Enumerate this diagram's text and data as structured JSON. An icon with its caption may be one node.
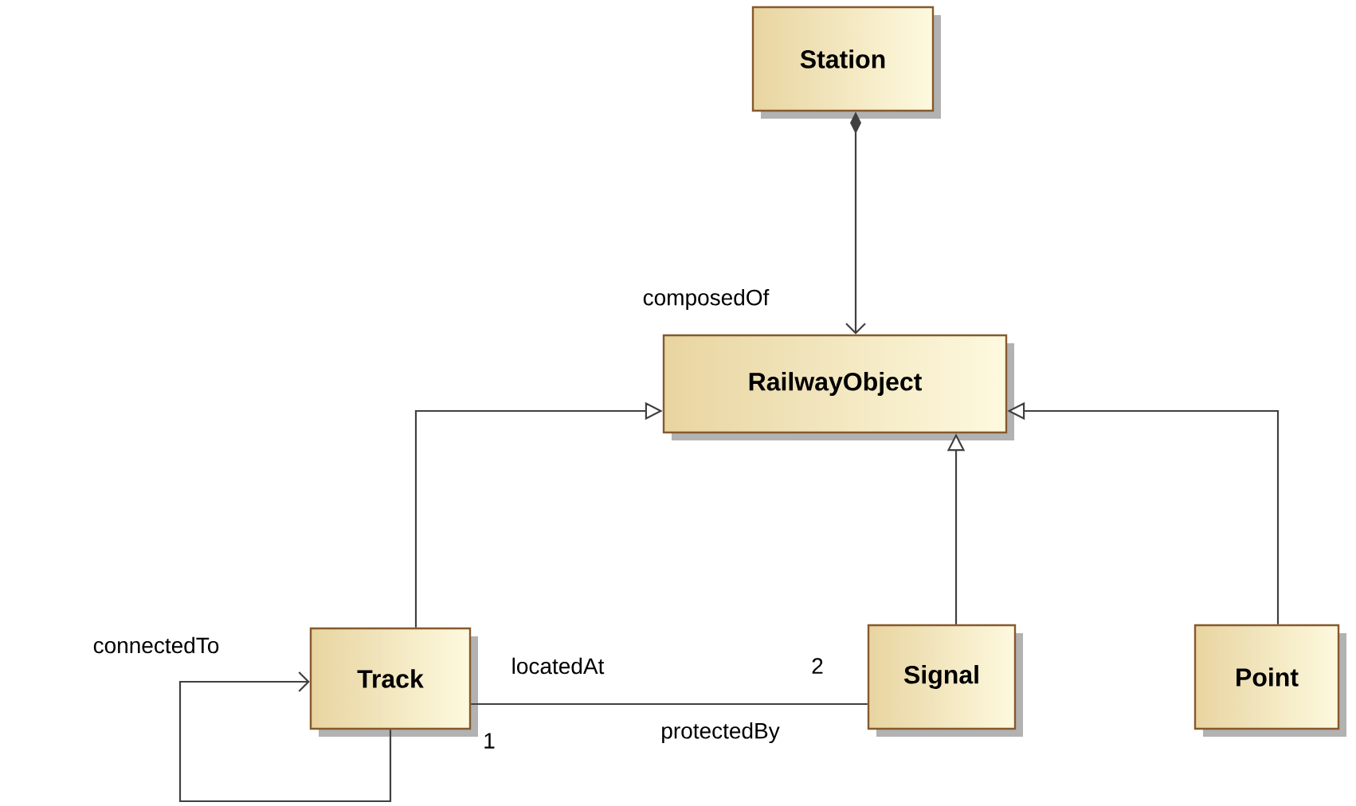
{
  "diagram": {
    "nodes": [
      {
        "text": [
          "Station"
        ]
      },
      {
        "text": [
          "RailwayObject"
        ]
      },
      {
        "text": [
          "Track"
        ]
      },
      {
        "text": [
          "Signal"
        ]
      },
      {
        "text": [
          "Point"
        ]
      }
    ],
    "edges": [
      {
        "from": 0,
        "to": 1,
        "arrow": "to",
        "label": "composedOf"
      },
      {
        "from": 2,
        "to": 1,
        "arrow": "to"
      },
      {
        "from": 3,
        "to": 1,
        "arrow": "to"
      },
      {
        "from": 4,
        "to": 1,
        "arrow": "to"
      },
      {
        "from": 2,
        "to": 2,
        "arrow": "to",
        "label": "connectedTo"
      },
      {
        "from": 2,
        "to": 3,
        "arrow": "none",
        "label": "protectedBy"
      }
    ],
    "labels": [
      "locatedAt",
      "2",
      "1"
    ]
  }
}
